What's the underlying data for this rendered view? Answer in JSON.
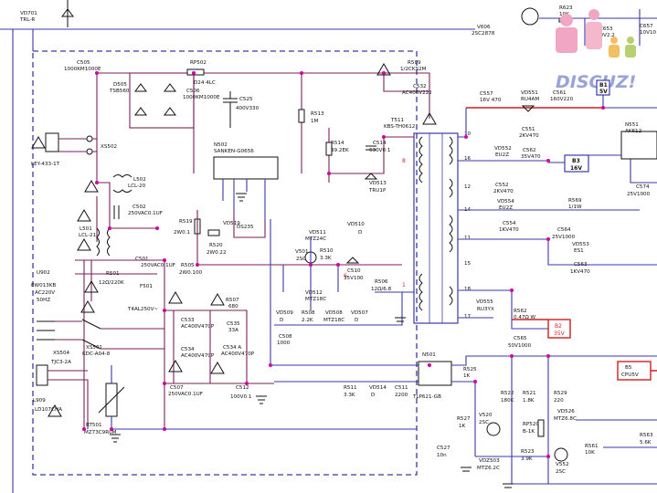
{
  "watermark": {
    "text": "DISCUZ!"
  },
  "labels": {
    "VD701": "VD701",
    "TRL-R": "TRL-R",
    "C505": "C505",
    "C505v": "1000KM1000E",
    "D505": "D505",
    "D505v": "TSB560",
    "RP502": "RP502",
    "RP502v": "D24 4LC",
    "C506": "C506",
    "C506v": "1000KM1000E",
    "C525": "C525",
    "C525v": "400V330",
    "R513": "R513",
    "R513v": "1M",
    "R509": "R509",
    "R509v": "1/2CKS2M",
    "C532": "C532",
    "C532v": "AC400V222",
    "T511": "T511",
    "T511v": "KBS-TH0612",
    "V606": "V606",
    "V606v": "2SC2878",
    "R623": "R623",
    "R623v": "10K",
    "C653": "C653",
    "C653v": "10V2.2",
    "C657": "C657",
    "C657v": "10V10",
    "XS502": "XS502",
    "LEY": "LEY-433-1T",
    "N502": "N502",
    "N502v": "SANKEN-G0656",
    "R514": "R514",
    "R514v": "39.2EK",
    "C514": "C514",
    "C514v": "630V0.1",
    "VD513": "VD513",
    "VD513v": "TRU1P",
    "C557": "C557",
    "C557v": "16V 470",
    "VD551": "VD551",
    "VD551v": "RU4AM",
    "C561": "C561",
    "C561v": "160V220",
    "C551": "C551",
    "C551v": "2KV470",
    "N551": "N551",
    "N551v": "AK612",
    "VD552": "VD552",
    "VD552v": "EU2Z",
    "C562": "C562",
    "C562v": "35V470",
    "C552": "C552",
    "C552v": "2KV470",
    "C574": "C574",
    "C574v": "25V1000",
    "VD554": "VD554",
    "VD554v": "EU2Z",
    "C554": "C554",
    "C554v": "1KV470",
    "R569": "R569",
    "R569v": "1/1W",
    "C564": "C564",
    "C564v": "25V1000",
    "VD553": "VD553",
    "VD553v": "ES1",
    "C563": "C563",
    "C563v": "1KV470",
    "L502": "L502",
    "L502v": "LCL-20",
    "C502": "C502",
    "C502v": "250VAC0.1UF",
    "R519": "R519",
    "R519v": "2W0.1",
    "VD519": "VD519",
    "VD519v": "DS235",
    "R520": "R520",
    "R520v": "2W0.22",
    "VD511": "VD511",
    "VD511v": "MTZ24C",
    "V501": "V501",
    "V501v": "2SC",
    "R510": "R510",
    "R510v": "3.3K",
    "VD510": "VD510",
    "VD510v": "D",
    "C510": "C510",
    "C510v": "35V100",
    "L501": "L501",
    "L501v": "LCL-21",
    "C501": "C501",
    "C501v": "250VAC0.1UF",
    "R505": "R505",
    "R505v": "2W0.100",
    "U902": "U902",
    "U902v": "EW013KB",
    "U902a": "AC220V",
    "U902b": "50HZ",
    "R501": "R501",
    "R501v": "12Ω/220K",
    "F501": "F501",
    "F501v": "T4AL250V~",
    "R507": "R507",
    "R507v": "680",
    "VD512": "VD512",
    "VD512v": "MTZ18C",
    "R506": "R506",
    "R506v": "12Ω/6.8",
    "VD555": "VD555",
    "VD555v": "RU3YX",
    "R562": "R562",
    "R562v": "0.47Ω W",
    "C565": "C565",
    "C565v": "50V1000",
    "B2": "B2",
    "B2v": "35V",
    "B3": "B3",
    "B3v": "16V",
    "B1": "B1",
    "B1v": "5V",
    "B5": "B5",
    "B5v": "CPU5V",
    "XS501": "XS501",
    "XS501v": "KDC-A04-8",
    "C533": "C533",
    "C533v": "AC400V470P",
    "C535": "C535",
    "C535v": "33A",
    "C534": "C534",
    "C534v": "AC400V470P",
    "C534A": "C534 A",
    "C534Av": "AC400V470P",
    "VD509": "VD509",
    "VD509v": "D",
    "R508": "R508",
    "R508v": "2.2K",
    "VD508": "VD508",
    "VD508v": "MTZ18C",
    "VD507": "VD507",
    "VD507v": "D",
    "C508": "C508",
    "C508v": "1000",
    "XS504": "XS504",
    "XS504v": "TJC3-2A",
    "N501": "N501",
    "N501v": "TLP621-GB",
    "R525": "R525",
    "R525v": "1K",
    "R522": "R522",
    "R522v": "180K",
    "R521": "R521",
    "R521v": "1.8K",
    "R529": "R529",
    "R529v": "220",
    "VD526": "VD526",
    "VD526v": "MTZ6.8C",
    "C507": "C507",
    "C507v": "250VAC0.1UF",
    "C512": "C512",
    "C512v": "100V0.1",
    "R511": "R511",
    "R511v": "3.3K",
    "VD514": "VD514",
    "VD514v": "D",
    "C511": "C511",
    "C511v": "2200",
    "R527": "R527",
    "R527v": "1K",
    "V520": "V520",
    "V520v": "2SC",
    "RP520": "RP520",
    "RP520v": "B-1K",
    "R523": "R523",
    "R523v": "3.9K",
    "R561": "R561",
    "R561v": "10K",
    "R563": "R563",
    "R563v": "5.6K",
    "L909": "L909",
    "L909v": "LD107CHA",
    "RT501": "RT501",
    "RT501v": "MZ73C9R0M",
    "C527": "C527",
    "C527v": "10n",
    "VDZ503": "VDZ503",
    "VDZ503v": "MTZ6.2C",
    "V552": "V552",
    "V552v": "2SC",
    "pin10": "10",
    "pin16": "16",
    "pin12": "12",
    "pin14": "14",
    "pin11": "11",
    "pin15": "15",
    "pin18": "18",
    "pin17": "17",
    "pin1": "1",
    "pin8": "8",
    "pin6": "6"
  },
  "colors": {
    "wire": "#3a3aa8",
    "wire_alt": "#7a1f5a",
    "highlight": "#d02020",
    "node": "#d000a0"
  }
}
